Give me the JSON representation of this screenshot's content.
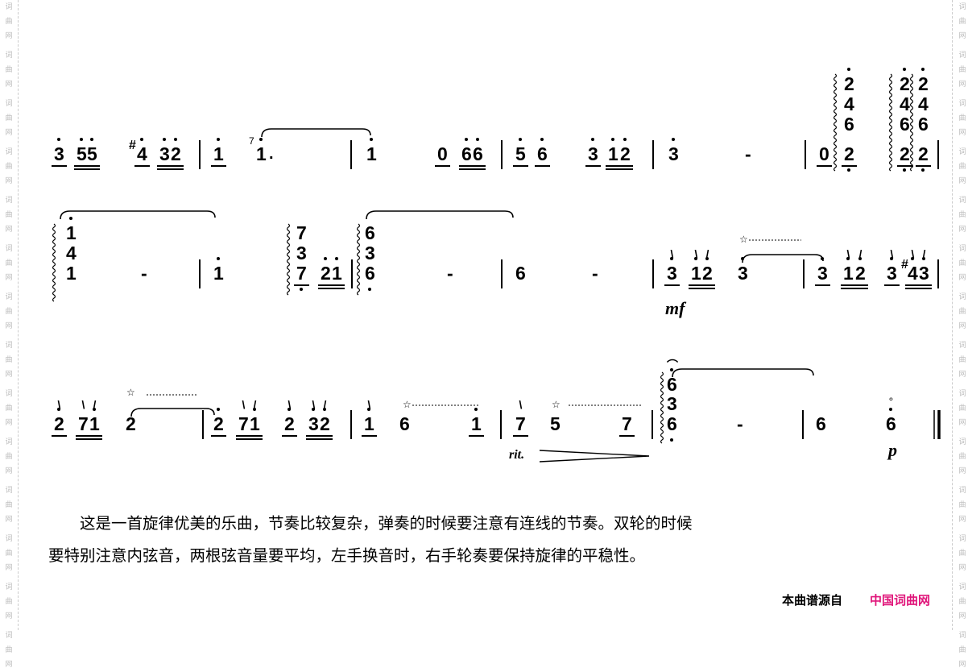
{
  "score": {
    "notes": [
      {
        "t": "3",
        "hi": 1,
        "ul": 1
      },
      {
        "t": "5",
        "hi": 1,
        "ul": 2
      },
      {
        "t": "5",
        "hi": 1,
        "ul": 2
      },
      {
        "t": "#",
        "sm": 1
      },
      {
        "t": "4",
        "hi": 1,
        "ul": 1
      },
      {
        "t": "3",
        "hi": 1,
        "ul": 2
      },
      {
        "t": "2",
        "hi": 1,
        "ul": 2
      },
      {
        "t": "1",
        "hi": 1,
        "ul": 1
      },
      {
        "t": "7",
        "gr": 1
      },
      {
        "t": "1",
        "hi": 1,
        "dot": "."
      },
      {
        "t": "1",
        "hi": 1
      },
      {
        "t": "0",
        "ul": 1
      },
      {
        "t": "6",
        "hi": 1,
        "ul": 2
      },
      {
        "t": "6",
        "hi": 1,
        "ul": 2
      },
      {
        "t": "5",
        "hi": 1,
        "ul": 1
      },
      {
        "t": "6",
        "hi": 1,
        "ul": 1
      },
      {
        "t": "3",
        "hi": 1,
        "ul": 1
      },
      {
        "t": "1",
        "hi": 1,
        "ul": 2
      },
      {
        "t": "2",
        "hi": 1,
        "ul": 2
      },
      {
        "t": "3",
        "hi": 1
      },
      {
        "t": "-"
      },
      {
        "t": "0",
        "ul": 1
      },
      {
        "t": "2",
        "hi": 1
      },
      {
        "t": "4"
      },
      {
        "t": "6"
      },
      {
        "t": "2",
        "lo": 1,
        "ul": 1
      },
      {
        "t": "2",
        "hi": 1
      },
      {
        "t": "4"
      },
      {
        "t": "6"
      },
      {
        "t": "2",
        "lo": 1,
        "ul": 1
      },
      {
        "t": "2",
        "hi": 1
      },
      {
        "t": "4"
      },
      {
        "t": "6"
      },
      {
        "t": "2",
        "lo": 1,
        "ul": 1
      },
      {
        "t": "1",
        "hi": 1
      },
      {
        "t": "4"
      },
      {
        "t": "1"
      },
      {
        "t": "-"
      },
      {
        "t": "1",
        "hi": 1
      },
      {
        "t": "7"
      },
      {
        "t": "3"
      },
      {
        "t": "7",
        "lo": 1,
        "ul": 1
      },
      {
        "t": "2",
        "hi": 1,
        "ul": 2
      },
      {
        "t": "1",
        "hi": 1,
        "ul": 2
      },
      {
        "t": "6"
      },
      {
        "t": "3"
      },
      {
        "t": "6",
        "lo": 1
      },
      {
        "t": "-"
      },
      {
        "t": "6"
      },
      {
        "t": "-"
      },
      {
        "t": "3",
        "hi": 1,
        "ul": 1,
        "tk": "\\"
      },
      {
        "t": "1",
        "hi": 1,
        "ul": 2,
        "tk": "\\"
      },
      {
        "t": "2",
        "hi": 1,
        "ul": 2,
        "tk": "/"
      },
      {
        "t": "3",
        "hi": 1
      },
      {
        "t": "3",
        "hi": 1,
        "ul": 1
      },
      {
        "t": "1",
        "hi": 1,
        "ul": 2,
        "tk": "\\"
      },
      {
        "t": "2",
        "hi": 1,
        "ul": 2,
        "tk": "/"
      },
      {
        "t": "3",
        "hi": 1,
        "ul": 1,
        "tk": "\\"
      },
      {
        "t": "#",
        "sm": 1
      },
      {
        "t": "4",
        "hi": 1,
        "ul": 2,
        "tk": "\\"
      },
      {
        "t": "3",
        "hi": 1,
        "ul": 2,
        "tk": "/"
      },
      {
        "t": "2",
        "hi": 1,
        "ul": 1,
        "tk": "\\"
      },
      {
        "t": "7",
        "ul": 2,
        "tk": "\\"
      },
      {
        "t": "1",
        "hi": 1,
        "ul": 2,
        "tk": "/"
      },
      {
        "t": "2"
      },
      {
        "t": "2",
        "hi": 1,
        "ul": 1
      },
      {
        "t": "7",
        "ul": 2,
        "tk": "\\"
      },
      {
        "t": "1",
        "hi": 1,
        "ul": 2,
        "tk": "/"
      },
      {
        "t": "2",
        "hi": 1,
        "ul": 1,
        "tk": "\\"
      },
      {
        "t": "3",
        "hi": 1,
        "ul": 2,
        "tk": "\\"
      },
      {
        "t": "2",
        "hi": 1,
        "ul": 2,
        "tk": "/"
      },
      {
        "t": "1",
        "hi": 1,
        "ul": 1,
        "tk": "\\"
      },
      {
        "t": "6"
      },
      {
        "t": "1",
        "hi": 1,
        "ul": 1
      },
      {
        "t": "7",
        "ul": 1,
        "tk": "\\"
      },
      {
        "t": "5"
      },
      {
        "t": "7",
        "ul": 1
      },
      {
        "t": "6",
        "hi": 1,
        "tk": "⌒"
      },
      {
        "t": "3"
      },
      {
        "t": "6",
        "lo": 1
      },
      {
        "t": "-"
      },
      {
        "t": "6"
      },
      {
        "t": "6",
        "hi": 1,
        "hm": "°"
      }
    ],
    "star": "☆",
    "dynamics": {
      "mf": "mf",
      "p": "p",
      "rit": "rit."
    }
  },
  "text": {
    "line1": "　　这是一首旋律优美的乐曲，节奏比较复杂，弹奏的时候要注意有连线的节奏。双轮的时候",
    "line2": "要特别注意内弦音，两根弦音量要平均，左手换音时，右手轮奏要保持旋律的平稳性。"
  },
  "credit": {
    "label": "本曲谱源自",
    "site": "中国词曲网",
    "site_color": "#e0157a"
  },
  "watermark": "词曲网"
}
